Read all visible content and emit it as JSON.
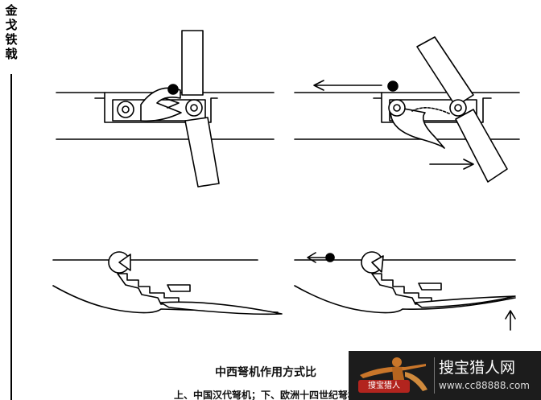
{
  "side_title": [
    "金",
    "戈",
    "铁",
    "戟"
  ],
  "caption": {
    "main": "中西弩机作用方式比",
    "sub": "上、中国汉代弩机；下、欧洲十四世纪弩机"
  },
  "watermark": {
    "badge": "搜宝猎人",
    "title": "搜宝猎人网",
    "url": "www.cc88888.com"
  },
  "colors": {
    "ink": "#000000",
    "paper": "#ffffff",
    "watermark_bg": "#1c1c1c",
    "watermark_badge": "#b2241e"
  }
}
